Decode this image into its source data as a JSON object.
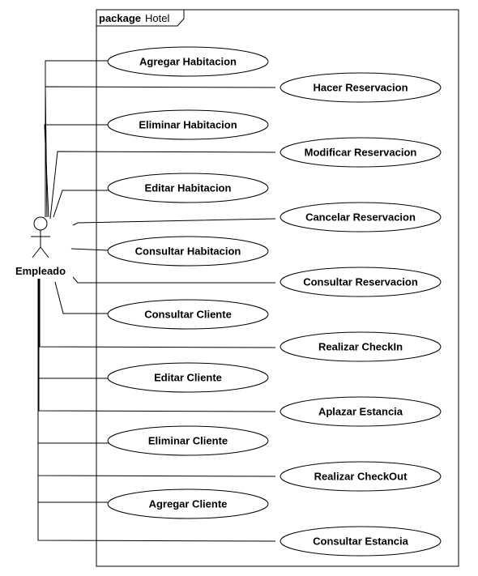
{
  "package": {
    "keyword": "package",
    "name": "Hotel"
  },
  "actor": {
    "name": "Empleado"
  },
  "use_cases": [
    "Agregar Habitacion",
    "Hacer Reservacion",
    "Eliminar Habitacion",
    "Modificar Reservacion",
    "Editar Habitacion",
    "Cancelar Reservacion",
    "Consultar Habitacion",
    "Consultar Reservacion",
    "Consultar Cliente",
    "Realizar CheckIn",
    "Editar Cliente",
    "Aplazar Estancia",
    "Eliminar Cliente",
    "Realizar CheckOut",
    "Agregar Cliente",
    "Consultar Estancia"
  ],
  "colors": {
    "stroke": "#000000",
    "fill": "#ffffff"
  }
}
